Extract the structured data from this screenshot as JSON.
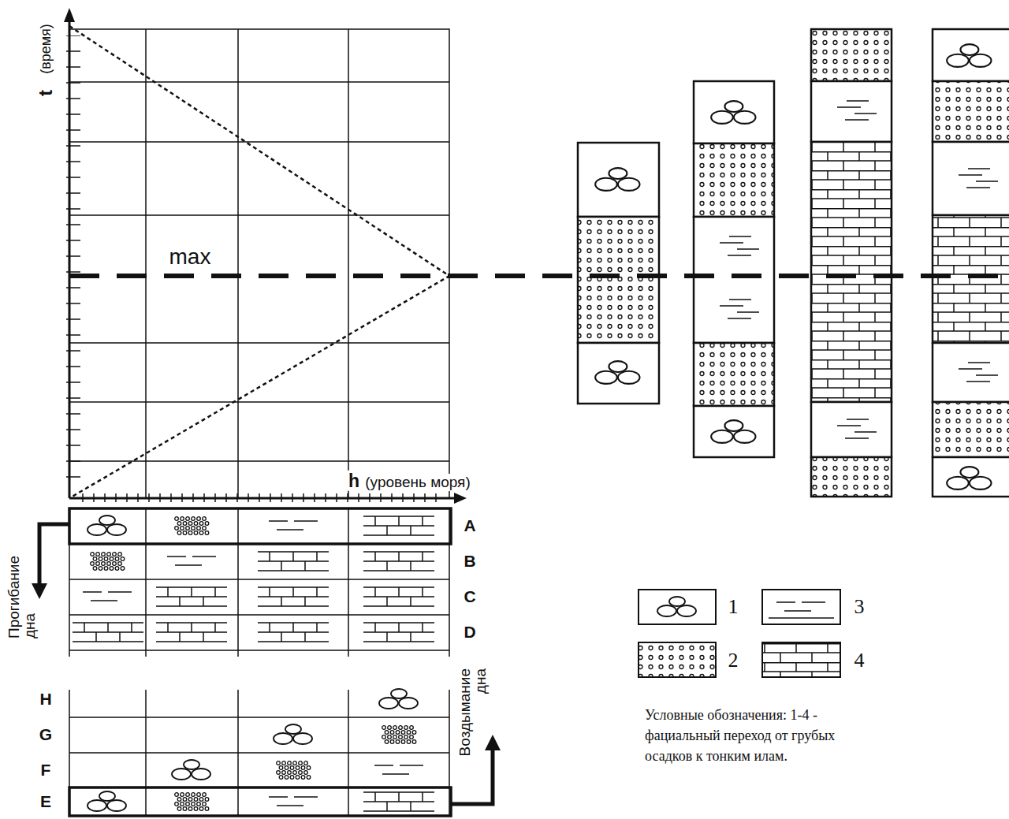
{
  "diagram": {
    "labels": [
      "t",
      "(время)",
      "max",
      "h",
      "(уровень моря)",
      "A",
      "B",
      "C",
      "D",
      "Прогибание дна",
      "H",
      "G",
      "F",
      "E",
      "Воздымание дна",
      "Условные обозначения: 1-4 - фациальный переход от грубых осадков к тонким илам."
    ],
    "legend": [
      {
        "text": "1"
      },
      {
        "text": "3"
      },
      {
        "text": "2"
      },
      {
        "text": "4"
      }
    ]
  }
}
